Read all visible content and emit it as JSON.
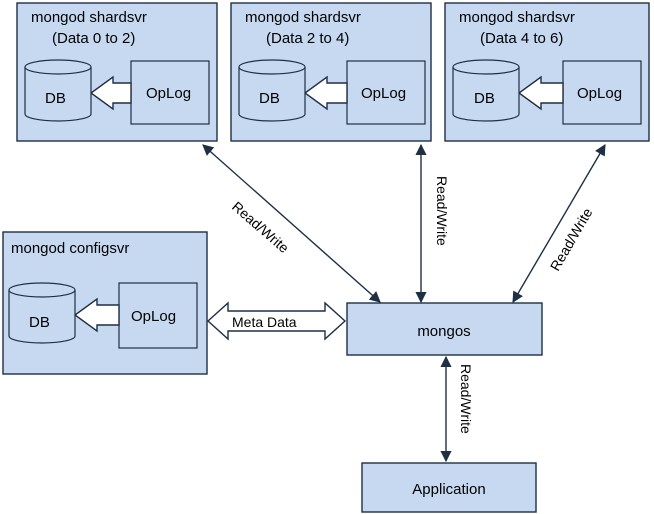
{
  "shards": [
    {
      "title": "mongod shardsvr",
      "subtitle": "(Data 0 to 2)",
      "db": "DB",
      "oplog": "OpLog"
    },
    {
      "title": "mongod shardsvr",
      "subtitle": "(Data 2 to 4)",
      "db": "DB",
      "oplog": "OpLog"
    },
    {
      "title": "mongod shardsvr",
      "subtitle": "(Data 4 to 6)",
      "db": "DB",
      "oplog": "OpLog"
    }
  ],
  "configsvr": {
    "title": "mongod configsvr",
    "db": "DB",
    "oplog": "OpLog"
  },
  "mongos": {
    "label": "mongos"
  },
  "application": {
    "label": "Application"
  },
  "connections": {
    "shard0": "Read/Write",
    "shard1": "Read/Write",
    "shard2": "Read/Write",
    "meta": "Meta Data",
    "app": "Read/Write"
  },
  "colors": {
    "fill": "#c6d9f1",
    "stroke": "#1f2f44",
    "arrow": "#1f2f44"
  }
}
